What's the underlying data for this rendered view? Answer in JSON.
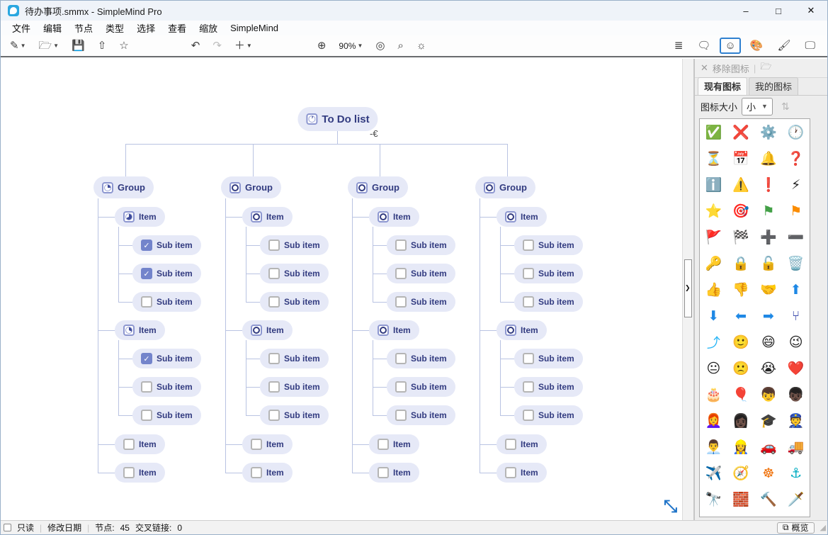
{
  "window": {
    "title": "待办事项.smmx - SimpleMind Pro",
    "minimize": "–",
    "maximize": "□",
    "close": "✕"
  },
  "menubar": {
    "items": [
      "文件",
      "编辑",
      "节点",
      "类型",
      "选择",
      "查看",
      "缩放",
      "SimpleMind"
    ]
  },
  "toolbar": {
    "zoom_level": "90%",
    "left": [
      {
        "n": "new-mindmap-icon",
        "g": "✎",
        "caret": true
      },
      {
        "n": "open-folder-icon",
        "g": "🗁",
        "caret": true
      },
      {
        "n": "save-icon",
        "g": "💾"
      },
      {
        "n": "share-icon",
        "g": "⇧"
      },
      {
        "n": "favorite-star-icon",
        "g": "☆"
      }
    ],
    "center": [
      {
        "n": "undo-icon",
        "g": "↶"
      },
      {
        "n": "redo-icon",
        "g": "↷",
        "disabled": true
      },
      {
        "n": "add-node-icon",
        "g": "＋",
        "caret": true
      }
    ],
    "zoom": [
      {
        "n": "zoom-in-icon",
        "g": "⊕"
      },
      {
        "n": "zoom-level-select",
        "g": "90%",
        "caret": true,
        "text": true
      },
      {
        "n": "center-map-icon",
        "g": "◎"
      },
      {
        "n": "search-icon",
        "g": "⌕"
      },
      {
        "n": "idea-lightbulb-icon",
        "g": "☼"
      }
    ],
    "right": [
      {
        "n": "outline-view-icon",
        "g": "≣"
      },
      {
        "n": "note-icon",
        "g": "🗨"
      },
      {
        "n": "emoji-panel-icon",
        "g": "☺",
        "selected": true
      },
      {
        "n": "palette-icon",
        "g": "🎨"
      },
      {
        "n": "style-brush-icon",
        "g": "🖌"
      },
      {
        "n": "presentation-icon",
        "g": "🖵"
      }
    ]
  },
  "mindmap": {
    "root": {
      "label": "To Do list",
      "icon": "pie",
      "progress": 8
    },
    "connect_cursor": "-€",
    "resize_cursor": "⤡",
    "groups": [
      {
        "label": "Group",
        "icon": "pie",
        "progress": 25,
        "items": [
          {
            "label": "Item",
            "icon": "pie",
            "progress": 67,
            "subs": [
              {
                "label": "Sub item",
                "checked": true
              },
              {
                "label": "Sub item",
                "checked": true
              },
              {
                "label": "Sub item",
                "checked": false
              }
            ]
          },
          {
            "label": "Item",
            "icon": "pie",
            "progress": 33,
            "subs": [
              {
                "label": "Sub item",
                "checked": true
              },
              {
                "label": "Sub item",
                "checked": false
              },
              {
                "label": "Sub item",
                "checked": false
              }
            ]
          },
          {
            "label": "Item",
            "icon": "checkbox",
            "subs": []
          },
          {
            "label": "Item",
            "icon": "checkbox",
            "subs": []
          }
        ]
      },
      {
        "label": "Group",
        "icon": "circle",
        "items": [
          {
            "label": "Item",
            "icon": "circle",
            "subs": [
              {
                "label": "Sub item",
                "checked": false
              },
              {
                "label": "Sub item",
                "checked": false
              },
              {
                "label": "Sub item",
                "checked": false
              }
            ]
          },
          {
            "label": "Item",
            "icon": "circle",
            "subs": [
              {
                "label": "Sub item",
                "checked": false
              },
              {
                "label": "Sub item",
                "checked": false
              },
              {
                "label": "Sub item",
                "checked": false
              }
            ]
          },
          {
            "label": "Item",
            "icon": "checkbox",
            "subs": []
          },
          {
            "label": "Item",
            "icon": "checkbox",
            "subs": []
          }
        ]
      },
      {
        "label": "Group",
        "icon": "circle",
        "items": [
          {
            "label": "Item",
            "icon": "circle",
            "subs": [
              {
                "label": "Sub item",
                "checked": false
              },
              {
                "label": "Sub item",
                "checked": false
              },
              {
                "label": "Sub item",
                "checked": false
              }
            ]
          },
          {
            "label": "Item",
            "icon": "circle",
            "subs": [
              {
                "label": "Sub item",
                "checked": false
              },
              {
                "label": "Sub item",
                "checked": false
              },
              {
                "label": "Sub item",
                "checked": false
              }
            ]
          },
          {
            "label": "Item",
            "icon": "checkbox",
            "subs": []
          },
          {
            "label": "Item",
            "icon": "checkbox",
            "subs": []
          }
        ]
      },
      {
        "label": "Group",
        "icon": "circle",
        "items": [
          {
            "label": "Item",
            "icon": "circle",
            "subs": [
              {
                "label": "Sub item",
                "checked": false
              },
              {
                "label": "Sub item",
                "checked": false
              },
              {
                "label": "Sub item",
                "checked": false
              }
            ]
          },
          {
            "label": "Item",
            "icon": "circle",
            "subs": [
              {
                "label": "Sub item",
                "checked": false
              },
              {
                "label": "Sub item",
                "checked": false
              },
              {
                "label": "Sub item",
                "checked": false
              }
            ]
          },
          {
            "label": "Item",
            "icon": "checkbox",
            "subs": []
          },
          {
            "label": "Item",
            "icon": "checkbox",
            "subs": []
          }
        ]
      }
    ]
  },
  "panel": {
    "remove_label": "移除图标",
    "remove_x": "✕",
    "folder_icon": "🗁",
    "tabs": [
      "现有图标",
      "我的图标"
    ],
    "active_tab": 0,
    "size_label": "图标大小",
    "size_value": "小",
    "sort_icon": "⇅",
    "icons": [
      {
        "n": "check-mark",
        "g": "✅"
      },
      {
        "n": "cross-mark",
        "g": "❌"
      },
      {
        "n": "gear",
        "g": "⚙️"
      },
      {
        "n": "clock",
        "g": "🕐"
      },
      {
        "n": "hourglass",
        "g": "⏳"
      },
      {
        "n": "calendar",
        "g": "📅"
      },
      {
        "n": "bell",
        "g": "🔔"
      },
      {
        "n": "question-mark",
        "g": "❓"
      },
      {
        "n": "info",
        "g": "ℹ️"
      },
      {
        "n": "warning",
        "g": "⚠️"
      },
      {
        "n": "exclamation-diamond",
        "g": "❗"
      },
      {
        "n": "lightning",
        "g": "⚡"
      },
      {
        "n": "star",
        "g": "⭐"
      },
      {
        "n": "dart-target",
        "g": "🎯"
      },
      {
        "n": "flag-green",
        "g": "⚑",
        "c": "#43a047"
      },
      {
        "n": "flag-orange",
        "g": "⚑",
        "c": "#fb8c00"
      },
      {
        "n": "flag-red",
        "g": "🚩"
      },
      {
        "n": "checkered-flag",
        "g": "🏁"
      },
      {
        "n": "plus-circle",
        "g": "➕",
        "c": "#43a047"
      },
      {
        "n": "minus-circle",
        "g": "➖",
        "c": "#e53935"
      },
      {
        "n": "key",
        "g": "🔑"
      },
      {
        "n": "lock",
        "g": "🔒"
      },
      {
        "n": "unlock",
        "g": "🔓"
      },
      {
        "n": "trash",
        "g": "🗑️"
      },
      {
        "n": "thumbs-up",
        "g": "👍"
      },
      {
        "n": "thumbs-down",
        "g": "👎"
      },
      {
        "n": "handshake",
        "g": "🤝"
      },
      {
        "n": "arrow-up-circle",
        "g": "⬆",
        "c": "#1e88e5"
      },
      {
        "n": "arrow-down-circle",
        "g": "⬇",
        "c": "#1e88e5"
      },
      {
        "n": "arrow-left-circle",
        "g": "⬅",
        "c": "#1e88e5"
      },
      {
        "n": "arrow-right-circle",
        "g": "➡",
        "c": "#1e88e5"
      },
      {
        "n": "fork-split",
        "g": "⑂",
        "c": "#3949ab"
      },
      {
        "n": "merge-arrow",
        "g": "⤴",
        "c": "#29b6f6"
      },
      {
        "n": "smiling-face",
        "g": "🙂"
      },
      {
        "n": "laughing-face",
        "g": "😄"
      },
      {
        "n": "winking-face",
        "g": "😉"
      },
      {
        "n": "neutral-face",
        "g": "😐"
      },
      {
        "n": "frowning-face",
        "g": "🙁"
      },
      {
        "n": "crying-face",
        "g": "😭"
      },
      {
        "n": "heart",
        "g": "❤️"
      },
      {
        "n": "birthday-cake",
        "g": "🎂"
      },
      {
        "n": "balloon",
        "g": "🎈"
      },
      {
        "n": "boy-face",
        "g": "👦"
      },
      {
        "n": "boy-face-dark",
        "g": "👦🏿"
      },
      {
        "n": "woman-redhead",
        "g": "👩‍🦰"
      },
      {
        "n": "woman-dark",
        "g": "👩🏿"
      },
      {
        "n": "graduation-cap",
        "g": "🎓"
      },
      {
        "n": "police-officer",
        "g": "👮"
      },
      {
        "n": "businessman",
        "g": "👨‍💼"
      },
      {
        "n": "worker-woman",
        "g": "👷‍♀️"
      },
      {
        "n": "car",
        "g": "🚗"
      },
      {
        "n": "truck",
        "g": "🚚"
      },
      {
        "n": "airplane",
        "g": "✈️"
      },
      {
        "n": "compass",
        "g": "🧭"
      },
      {
        "n": "ship-wheel",
        "g": "☸",
        "c": "#ef6c00"
      },
      {
        "n": "anchor",
        "g": "⚓",
        "c": "#00acc1"
      },
      {
        "n": "binoculars",
        "g": "🔭"
      },
      {
        "n": "brick-wall",
        "g": "🧱"
      },
      {
        "n": "hammer",
        "g": "🔨"
      },
      {
        "n": "dagger",
        "g": "🗡️"
      }
    ]
  },
  "statusbar": {
    "readonly_label": "只读",
    "modified_label": "修改日期",
    "nodes_label": "节点:",
    "nodes_value": "45",
    "links_label": "交叉链接:",
    "links_value": "0",
    "overview_label": "概览",
    "overview_icon": "⧉"
  }
}
